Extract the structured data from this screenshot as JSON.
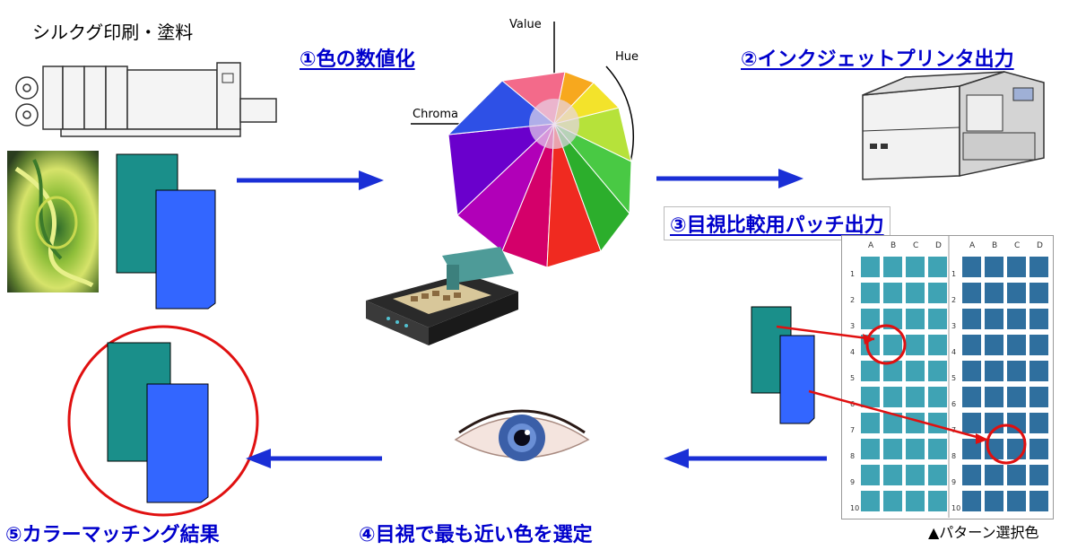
{
  "labels": {
    "source_media": "シルクグ印刷・塗料",
    "step1": "①色の数値化",
    "step2": "②インクジェットプリンタ出力",
    "step3": "③目視比較用パッチ出力",
    "step4": "④目視で最も近い色を選定",
    "step5": "⑤カラーマッチング結果",
    "pattern_note": "▲パターン選択色"
  },
  "color_model": {
    "value_axis": "Value",
    "hue_axis": "Hue",
    "chroma_axis": "Chroma"
  },
  "patch_sheet": {
    "columns_left": [
      "A",
      "B",
      "C",
      "D"
    ],
    "columns_right": [
      "A",
      "B",
      "C",
      "D"
    ],
    "rows": [
      "1",
      "2",
      "3",
      "4",
      "5",
      "6",
      "7",
      "8",
      "9",
      "10"
    ]
  },
  "colors": {
    "arrow_blue": "#1a2fd6",
    "swatch_teal": "#1a8f8a",
    "swatch_blue": "#3366ff",
    "highlight_red": "#e01010",
    "patch_teal": "#3fa3b4",
    "patch_blue": "#2f6f9e"
  }
}
